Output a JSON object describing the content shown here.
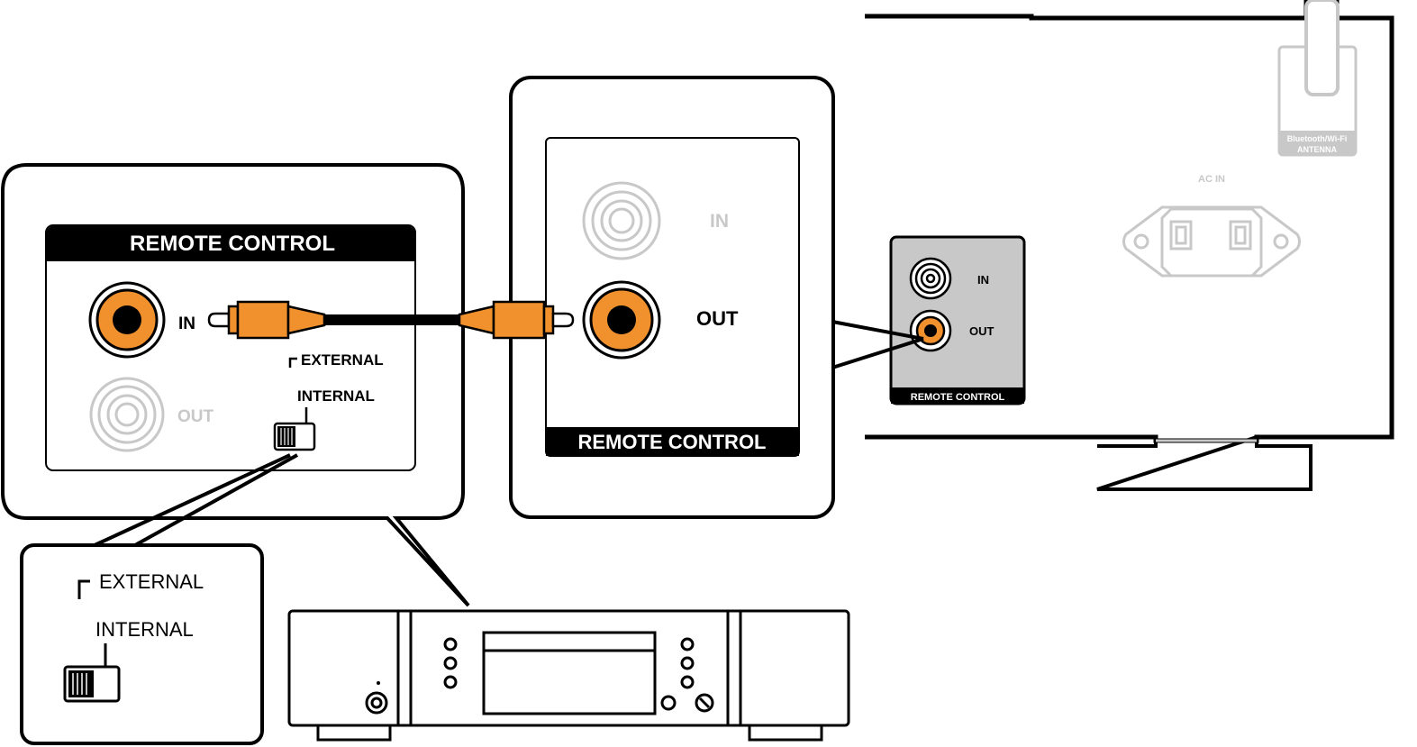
{
  "colors": {
    "orange": "#f0912d",
    "black": "#000000",
    "gray_fill": "#c8c8c8",
    "faded": "#c8c8c8"
  },
  "left_panel": {
    "title": "REMOTE CONTROL",
    "jack_in": "IN",
    "jack_out": "OUT",
    "switch_external": "EXTERNAL",
    "switch_internal": "INTERNAL",
    "switch_position": "INTERNAL"
  },
  "zoom_callout": {
    "switch_external": "EXTERNAL",
    "switch_internal": "INTERNAL"
  },
  "middle_panel": {
    "title": "REMOTE CONTROL",
    "jack_in": "IN",
    "jack_out": "OUT"
  },
  "rear_panel": {
    "antenna_label_line1": "Bluetooth/Wi-Fi",
    "antenna_label_line2": "ANTENNA",
    "ac_in": "AC IN",
    "remote_title": "REMOTE CONTROL",
    "jack_in": "IN",
    "jack_out": "OUT"
  }
}
